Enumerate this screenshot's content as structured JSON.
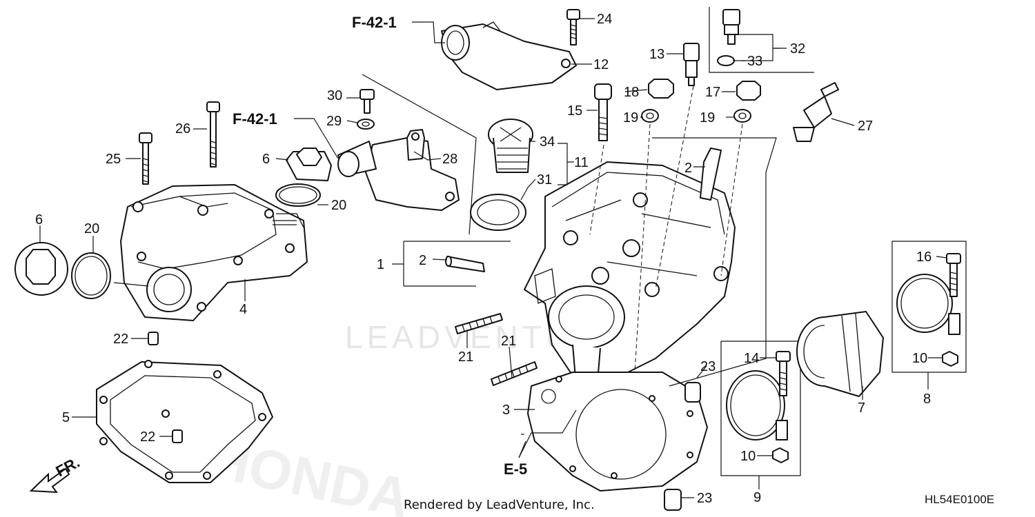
{
  "diagram": {
    "callouts": [
      {
        "id": "c1",
        "label": "1"
      },
      {
        "id": "c2a",
        "label": "2"
      },
      {
        "id": "c2b",
        "label": "2"
      },
      {
        "id": "c3",
        "label": "3"
      },
      {
        "id": "c4",
        "label": "4"
      },
      {
        "id": "c5",
        "label": "5"
      },
      {
        "id": "c6a",
        "label": "6"
      },
      {
        "id": "c6b",
        "label": "6"
      },
      {
        "id": "c7",
        "label": "7"
      },
      {
        "id": "c8",
        "label": "8"
      },
      {
        "id": "c9",
        "label": "9"
      },
      {
        "id": "c10a",
        "label": "10"
      },
      {
        "id": "c10b",
        "label": "10"
      },
      {
        "id": "c11",
        "label": "11"
      },
      {
        "id": "c12",
        "label": "12"
      },
      {
        "id": "c13",
        "label": "13"
      },
      {
        "id": "c14",
        "label": "14"
      },
      {
        "id": "c15",
        "label": "15"
      },
      {
        "id": "c16",
        "label": "16"
      },
      {
        "id": "c17",
        "label": "17"
      },
      {
        "id": "c18",
        "label": "18"
      },
      {
        "id": "c19a",
        "label": "19"
      },
      {
        "id": "c19b",
        "label": "19"
      },
      {
        "id": "c20a",
        "label": "20"
      },
      {
        "id": "c20b",
        "label": "20"
      },
      {
        "id": "c21a",
        "label": "21"
      },
      {
        "id": "c21b",
        "label": "21"
      },
      {
        "id": "c22a",
        "label": "22"
      },
      {
        "id": "c22b",
        "label": "22"
      },
      {
        "id": "c23a",
        "label": "23"
      },
      {
        "id": "c23b",
        "label": "23"
      },
      {
        "id": "c24",
        "label": "24"
      },
      {
        "id": "c25",
        "label": "25"
      },
      {
        "id": "c26",
        "label": "26"
      },
      {
        "id": "c27",
        "label": "27"
      },
      {
        "id": "c28",
        "label": "28"
      },
      {
        "id": "c29",
        "label": "29"
      },
      {
        "id": "c30",
        "label": "30"
      },
      {
        "id": "c31",
        "label": "31"
      },
      {
        "id": "c32",
        "label": "32"
      },
      {
        "id": "c33",
        "label": "33"
      },
      {
        "id": "c34",
        "label": "34"
      }
    ],
    "references": {
      "f42_top": "F-42-1",
      "f42_left": "F-42-1",
      "e5": "E-5"
    },
    "front_label": "FR.",
    "watermark_text": "LEADVENTURE",
    "footer": "Rendered by LeadVenture, Inc.",
    "diagram_code": "HL54E0100E"
  }
}
